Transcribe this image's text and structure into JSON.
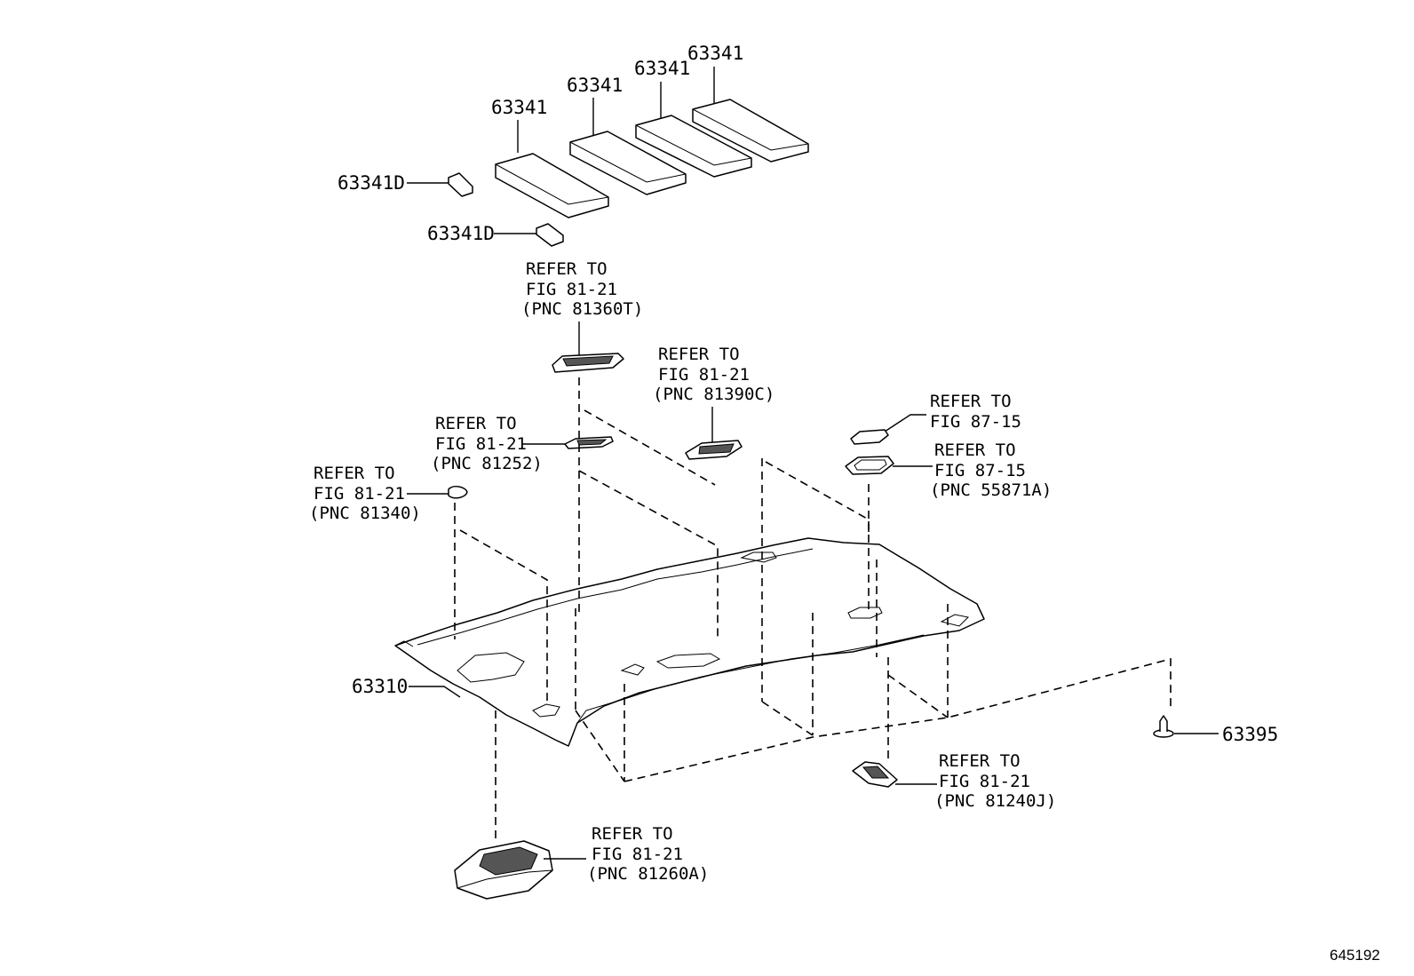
{
  "part_numbers": {
    "sunshade_1": "63341",
    "sunshade_2": "63341",
    "sunshade_3": "63341",
    "sunshade_4": "63341",
    "pad_1": "63341D",
    "pad_2": "63341D",
    "headliner": "63310",
    "clip": "63395"
  },
  "refs": {
    "r81360t": {
      "l1": "REFER TO",
      "l2": "FIG 81-21",
      "l3": "(PNC 81360T)"
    },
    "r81390c": {
      "l1": "REFER TO",
      "l2": "FIG 81-21",
      "l3": "(PNC 81390C)"
    },
    "r81252": {
      "l1": "REFER TO",
      "l2": "FIG 81-21",
      "l3": "(PNC 81252)"
    },
    "r81340": {
      "l1": "REFER TO",
      "l2": "FIG 81-21",
      "l3": "(PNC 81340)"
    },
    "r8715": {
      "l1": "REFER TO",
      "l2": "FIG 87-15"
    },
    "r55871a": {
      "l1": "REFER TO",
      "l2": "FIG 87-15",
      "l3": "(PNC 55871A)"
    },
    "r81240j": {
      "l1": "REFER TO",
      "l2": "FIG 81-21",
      "l3": "(PNC 81240J)"
    },
    "r81260a": {
      "l1": "REFER TO",
      "l2": "FIG 81-21",
      "l3": "(PNC 81260A)"
    }
  },
  "illustration_number": "645192"
}
